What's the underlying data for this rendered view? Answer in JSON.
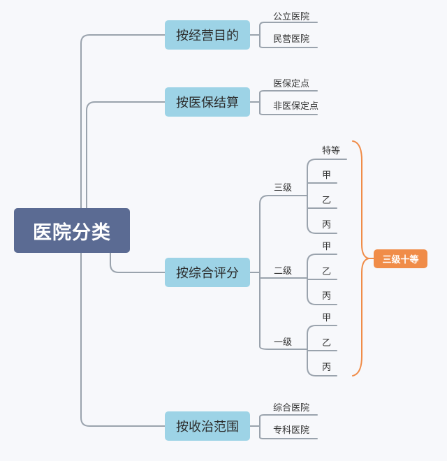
{
  "root": {
    "label": "医院分类"
  },
  "branches": [
    {
      "label": "按经营目的",
      "children": [
        "公立医院",
        "民营医院"
      ]
    },
    {
      "label": "按医保结算",
      "children": [
        "医保定点",
        "非医保定点"
      ]
    },
    {
      "label": "按综合评分",
      "levels": [
        {
          "label": "三级",
          "grades": [
            "特等",
            "甲",
            "乙",
            "丙"
          ]
        },
        {
          "label": "二级",
          "grades": [
            "甲",
            "乙",
            "丙"
          ]
        },
        {
          "label": "一级",
          "grades": [
            "甲",
            "乙",
            "丙"
          ]
        }
      ]
    },
    {
      "label": "按收治范围",
      "children": [
        "综合医院",
        "专科医院"
      ]
    }
  ],
  "bracket": {
    "label": "三级十等",
    "color": "#f08c48"
  },
  "colors": {
    "root": "#5b6b93",
    "branch": "#9dd3e6",
    "line": "#9aa3ad"
  }
}
